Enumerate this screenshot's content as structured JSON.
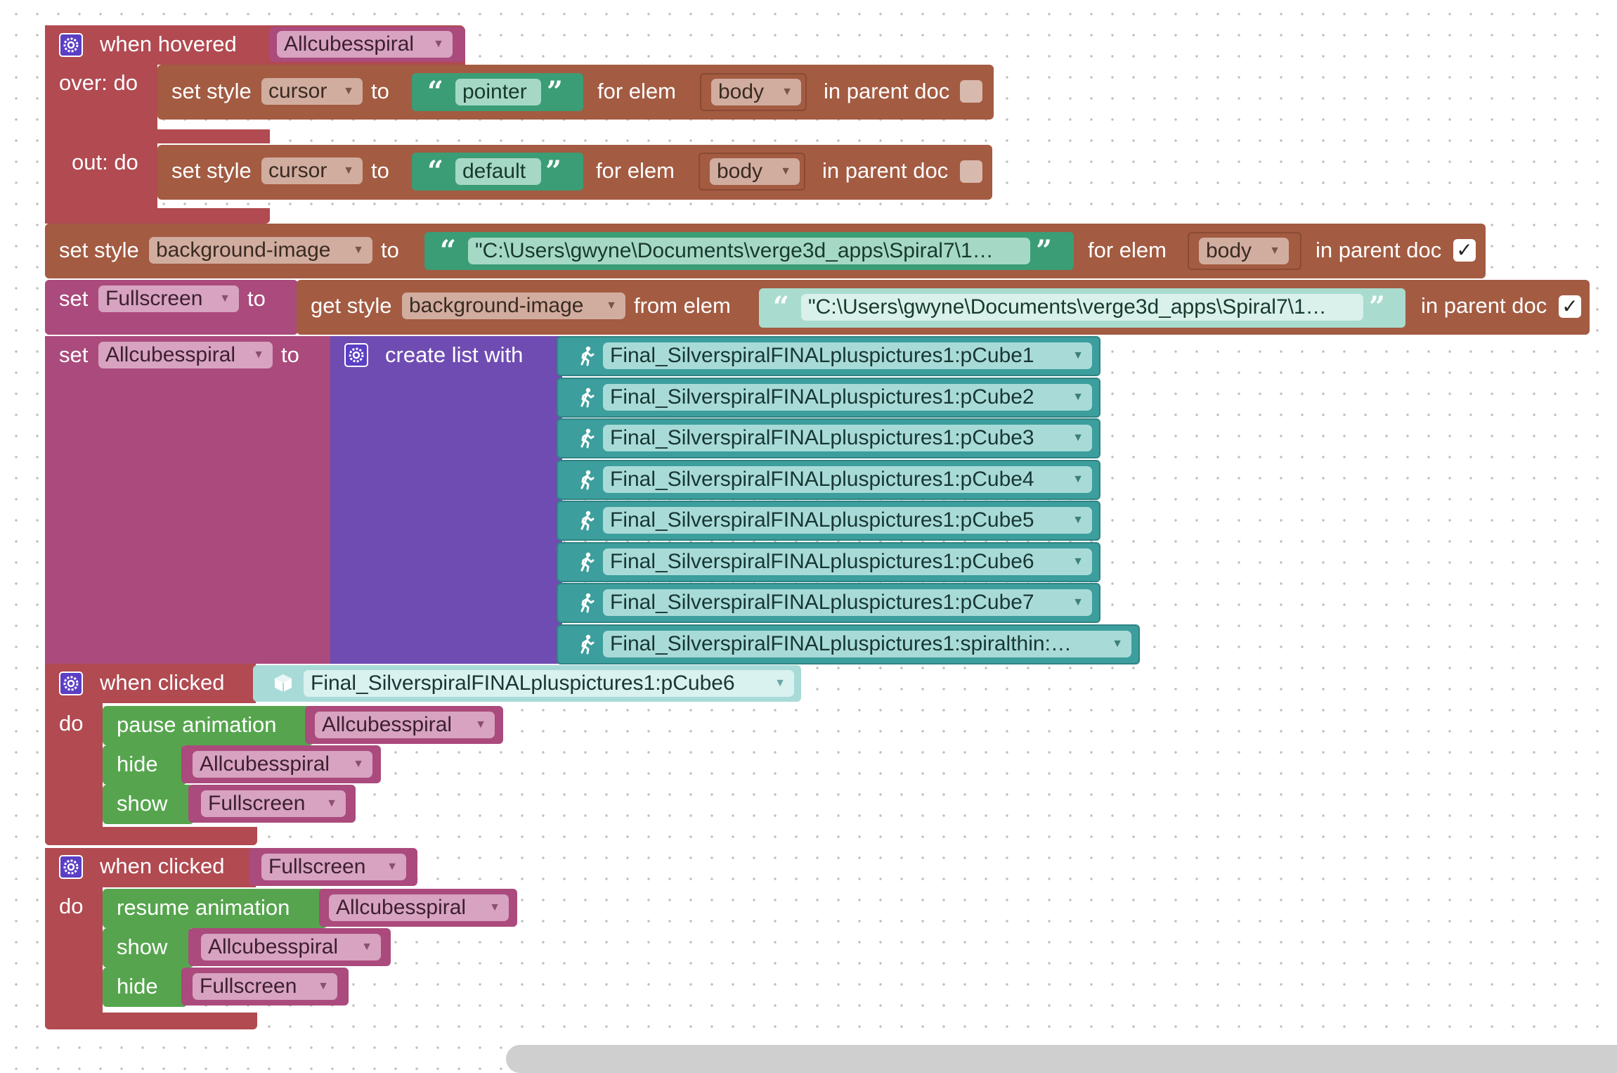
{
  "hover_block": {
    "header": "when hovered",
    "object": "Allcubesspiral",
    "over_label": "over: do",
    "out_label": "out: do",
    "over_stmt": {
      "prefix": "set style",
      "property": "cursor",
      "to": "to",
      "value": "pointer",
      "for_elem": "for elem",
      "elem": "body",
      "in_parent_doc": "in parent doc",
      "checked": false
    },
    "out_stmt": {
      "prefix": "set style",
      "property": "cursor",
      "to": "to",
      "value": "default",
      "for_elem": "for elem",
      "elem": "body",
      "in_parent_doc": "in parent doc",
      "checked": false
    }
  },
  "bg_style_block": {
    "prefix": "set style",
    "property": "background-image",
    "to": "to",
    "value": "\"C:\\Users\\gwyne\\Documents\\verge3d_apps\\Spiral7\\1…",
    "for_elem": "for elem",
    "elem": "body",
    "in_parent_doc": "in parent doc",
    "checked": true,
    "check_mark": "✓"
  },
  "set_fullscreen_block": {
    "set": "set",
    "variable": "Fullscreen",
    "to": "to",
    "get_style": "get style",
    "property": "background-image",
    "from_elem": "from elem",
    "value": "\"C:\\Users\\gwyne\\Documents\\verge3d_apps\\Spiral7\\1…",
    "in_parent_doc": "in parent doc",
    "checked": true,
    "check_mark": "✓"
  },
  "set_allcubes_block": {
    "set": "set",
    "variable": "Allcubesspiral",
    "to": "to",
    "create_list": "create list with",
    "items": [
      "Final_SilverspiralFINALpluspictures1:pCube1",
      "Final_SilverspiralFINALpluspictures1:pCube2",
      "Final_SilverspiralFINALpluspictures1:pCube3",
      "Final_SilverspiralFINALpluspictures1:pCube4",
      "Final_SilverspiralFINALpluspictures1:pCube5",
      "Final_SilverspiralFINALpluspictures1:pCube6",
      "Final_SilverspiralFINALpluspictures1:pCube7",
      "Final_SilverspiralFINALpluspictures1:spiralthin:…"
    ]
  },
  "clicked_block_1": {
    "header": "when clicked",
    "object": "Final_SilverspiralFINALpluspictures1:pCube6",
    "do": "do",
    "statements": [
      {
        "action": "pause animation",
        "target": "Allcubesspiral"
      },
      {
        "action": "hide",
        "target": "Allcubesspiral"
      },
      {
        "action": "show",
        "target": "Fullscreen"
      }
    ]
  },
  "clicked_block_2": {
    "header": "when clicked",
    "object": "Fullscreen",
    "do": "do",
    "statements": [
      {
        "action": "resume animation",
        "target": "Allcubesspiral"
      },
      {
        "action": "show",
        "target": "Allcubesspiral"
      },
      {
        "action": "hide",
        "target": "Fullscreen"
      }
    ]
  },
  "dropdown_arrow": "▼",
  "icons": {
    "event": "gear-icon",
    "object": "walking-person-icon",
    "cube": "cube-icon"
  },
  "colors": {
    "event_block": "#b14a51",
    "style_block": "#a35b42",
    "variable_block": "#ab4a7c",
    "list_block": "#6f4cb2",
    "object_block": "#3c9e9d",
    "animation_block": "#56a54e",
    "string_block": "#3a9d75"
  }
}
